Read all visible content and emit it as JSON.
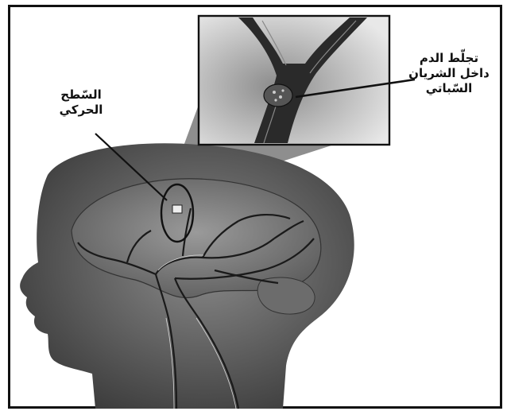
{
  "labels": {
    "clot": {
      "lines": [
        "تجلّط الدم",
        "داخل الشريان",
        "السّباتي"
      ]
    },
    "motor_cortex": {
      "lines": [
        "السّطح",
        "الحركي"
      ]
    }
  }
}
